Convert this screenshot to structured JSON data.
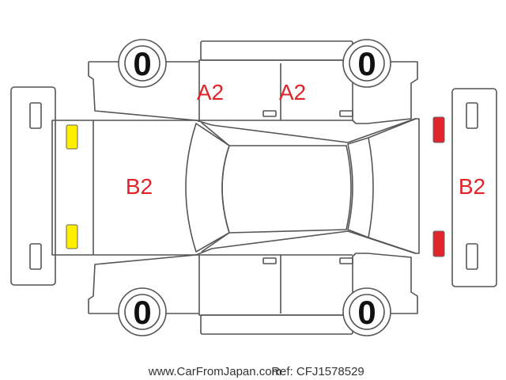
{
  "damage_codes": {
    "left_front_door": "A2",
    "left_rear_door": "A2",
    "front_bumper": "B2",
    "rear_bumper": "B2"
  },
  "tires": {
    "front_left": "0",
    "rear_left": "0",
    "front_right": "0",
    "rear_right": "0"
  },
  "lamps": {
    "front_color": "#ffee00",
    "rear_color": "#e0242a"
  },
  "footer": {
    "site": "www.CarFromJapan.com",
    "ref": "Ref: CFJ1578529"
  }
}
